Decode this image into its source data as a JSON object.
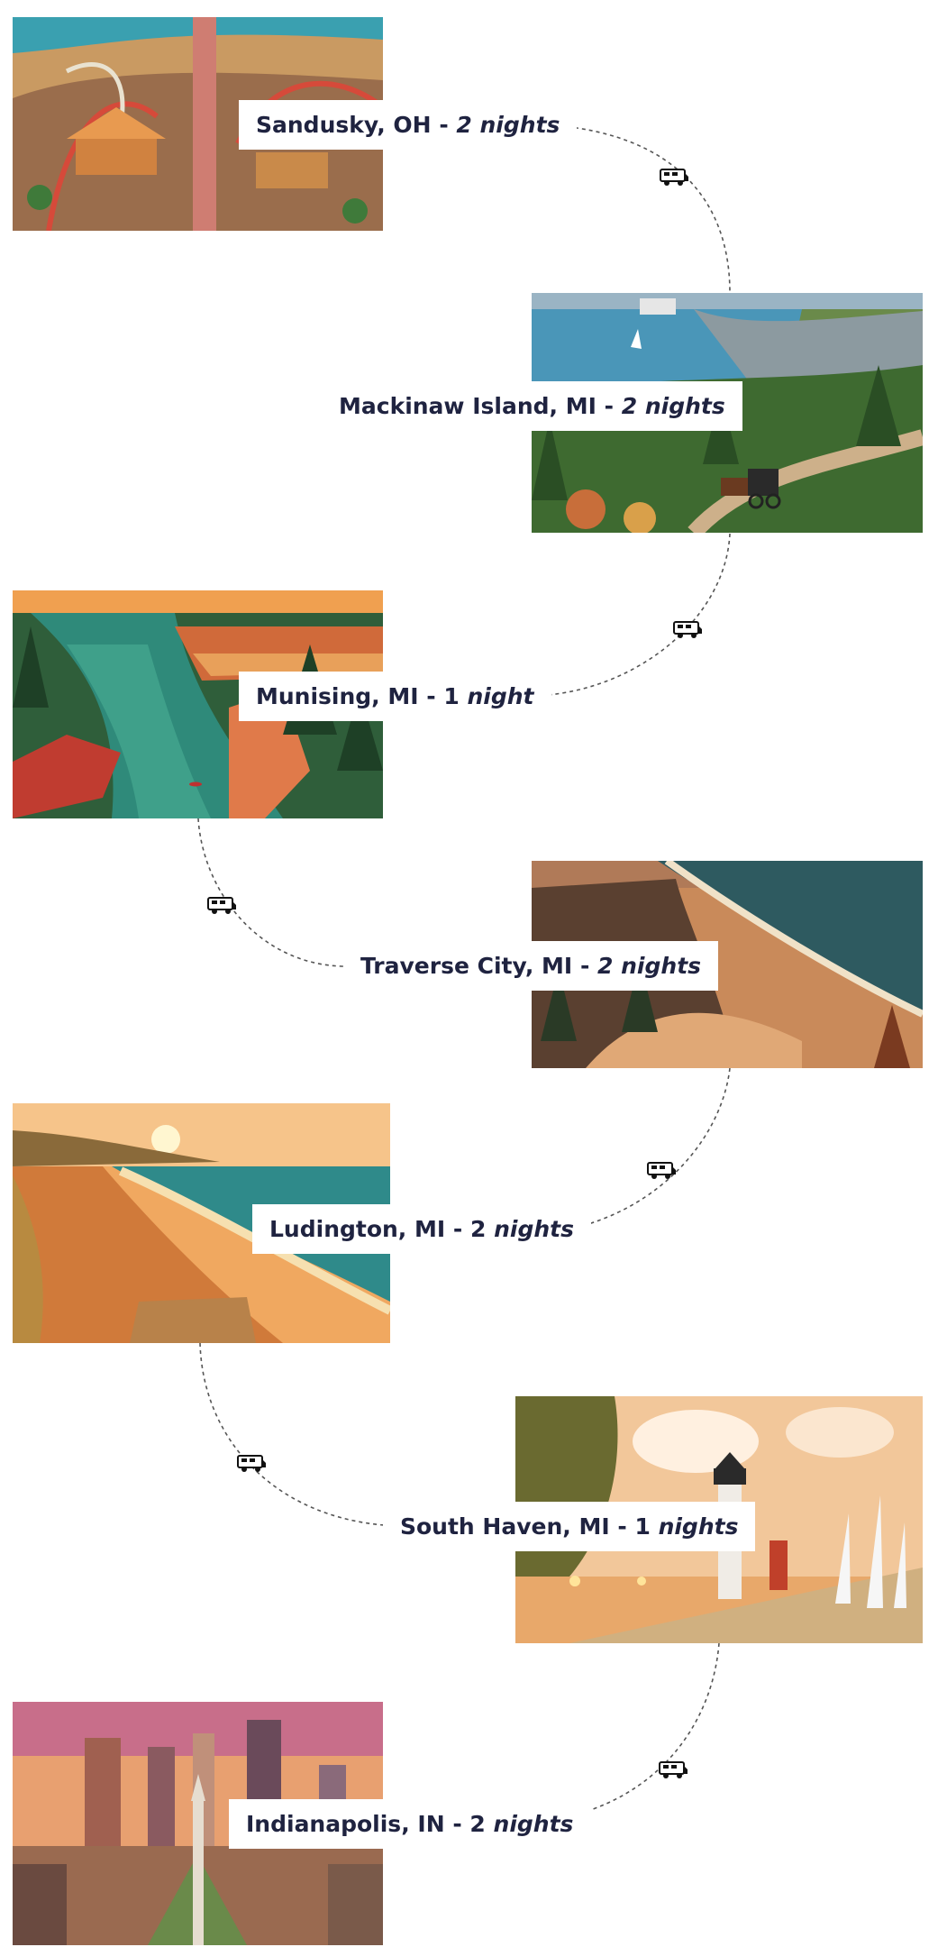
{
  "itinerary": {
    "stops": [
      {
        "place": "Sandusky, OH",
        "sep": " - ",
        "count": "",
        "nights": "2 nights",
        "scene": "roller-coaster amusement park by the lake"
      },
      {
        "place": "Mackinaw Island, MI",
        "sep": " - ",
        "count": "",
        "nights": "2 nights",
        "scene": "island harbor with horse-drawn carriage"
      },
      {
        "place": "Munising, MI",
        "sep": " - ",
        "count": "1 ",
        "nights": "night",
        "scene": "colorful sandstone cliffs and kayak"
      },
      {
        "place": "Traverse City, MI",
        "sep": " - ",
        "count": "",
        "nights": "2 nights",
        "scene": "sand dunes beside the lake"
      },
      {
        "place": "Ludington, MI",
        "sep": " - ",
        "count": "2 ",
        "nights": "nights",
        "scene": "sunset beach with boardwalk"
      },
      {
        "place": "South Haven, MI",
        "sep": " - ",
        "count": "1 ",
        "nights": "nights",
        "scene": "lighthouse pier with sailboats"
      },
      {
        "place": "Indianapolis, IN",
        "sep": " - ",
        "count": "2 ",
        "nights": "nights",
        "scene": "city skyline with monument"
      }
    ],
    "route_icon": "rv-camper-icon",
    "colors": {
      "label_text": "#1f2340",
      "route_line": "#555555",
      "background": "#ffffff"
    }
  }
}
